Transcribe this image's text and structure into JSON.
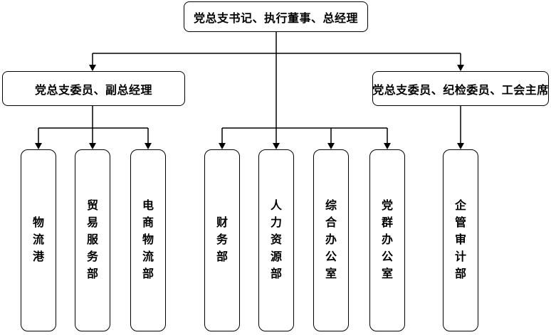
{
  "diagram": {
    "type": "org-chart",
    "root": {
      "label": "党总支书记、执行董事、总经理"
    },
    "branches": [
      {
        "label": "党总支委员、副总经理"
      },
      {
        "label": "党总支委员、纪检委员、工会主席"
      }
    ],
    "departments": [
      {
        "label": "物流港"
      },
      {
        "label": "贸易服务部"
      },
      {
        "label": "电商物流部"
      },
      {
        "label": "财务部"
      },
      {
        "label": "人力资源部"
      },
      {
        "label": "综合办公室"
      },
      {
        "label": "党群办公室"
      },
      {
        "label": "企管审计部"
      }
    ],
    "colors": {
      "background": "#ffffff",
      "line": "#000000",
      "box_border": "#000000",
      "box_fill": "#ffffff",
      "text": "#000000"
    }
  }
}
